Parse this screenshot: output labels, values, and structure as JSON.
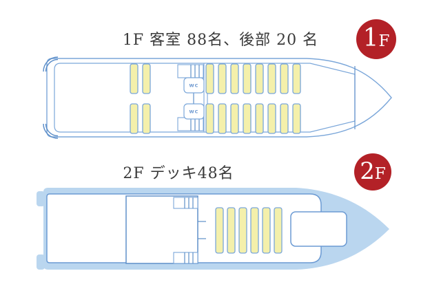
{
  "page": {
    "background": "#ffffff"
  },
  "palette": {
    "line_blue": "#7aa6d9",
    "line_blue_dark": "#5e8fc9",
    "hull_fill_blue": "#bad6ef",
    "seat_fill_yellow": "#f4f0ab",
    "badge_red": "#b32127",
    "title_text": "#3a3a3a",
    "wc_text_blue": "#6b97cf"
  },
  "deck_1f": {
    "title": "1F 客室 88名、後部 20 名",
    "badge": "1F",
    "cabin_capacity": 88,
    "rear_capacity": 20,
    "wc_label_top": "WC",
    "wc_label_bottom": "WC",
    "seat_columns_rear": 2,
    "seat_columns_main": 8,
    "seat_rows_per_group": 2
  },
  "deck_2f": {
    "title": "2F デッキ48名",
    "badge": "2F",
    "deck_capacity": 48,
    "seat_columns": 6,
    "seat_rows": 1
  }
}
